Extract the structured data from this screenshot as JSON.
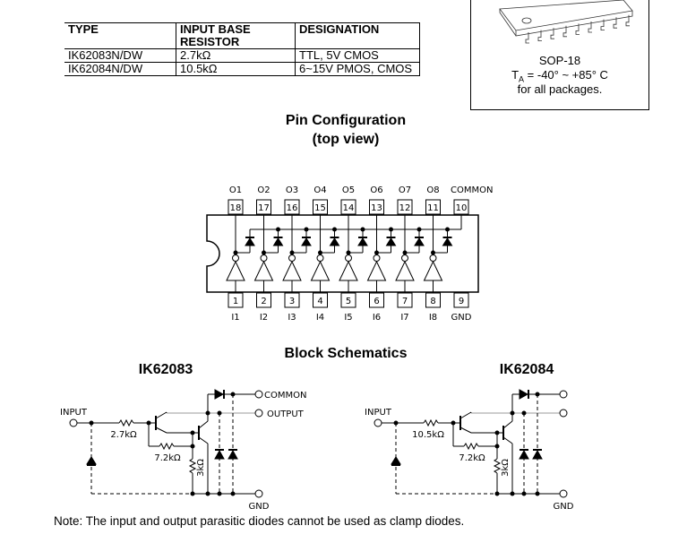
{
  "type_table": {
    "headers": [
      "TYPE",
      "INPUT BASE RESISTOR",
      "DESIGNATION"
    ],
    "header_lines": [
      [
        "TYPE"
      ],
      [
        "INPUT BASE",
        "RESISTOR"
      ],
      [
        "DESIGNATION"
      ]
    ],
    "rows": [
      [
        "IK62083N/DW",
        "2.7kΩ",
        "TTL, 5V CMOS"
      ],
      [
        "IK62084N/DW",
        "10.5kΩ",
        "6~15V PMOS, CMOS"
      ]
    ]
  },
  "package": {
    "icon": "sop-package-icon",
    "name": "SOP-18",
    "temp_prefix": "T",
    "temp_sub": "A",
    "temp_range": " = -40° ~ +85° C",
    "note": "for all packages."
  },
  "pin_config": {
    "title": "Pin Configuration",
    "subtitle": "(top view)",
    "top_labels": [
      "O1",
      "O2",
      "O3",
      "O4",
      "O5",
      "O6",
      "O7",
      "O8",
      "COMMON"
    ],
    "top_pins": [
      "18",
      "17",
      "16",
      "15",
      "14",
      "13",
      "12",
      "11",
      "10"
    ],
    "bottom_pins": [
      "1",
      "2",
      "3",
      "4",
      "5",
      "6",
      "7",
      "8",
      "9"
    ],
    "bottom_labels": [
      "I1",
      "I2",
      "I3",
      "I4",
      "I5",
      "I6",
      "I7",
      "I8",
      "GND"
    ]
  },
  "block_schematics": {
    "title": "Block Schematics",
    "left": {
      "name": "IK62083",
      "input_label": "INPUT",
      "r_input": "2.7kΩ",
      "r_mid": "7.2kΩ",
      "r_low": "3kΩ",
      "common_label": "COMMON",
      "output_label": "OUTPUT",
      "gnd_label": "GND"
    },
    "right": {
      "name": "IK62084",
      "input_label": "INPUT",
      "r_input": "10.5kΩ",
      "r_mid": "7.2kΩ",
      "r_low": "3kΩ",
      "gnd_label": "GND"
    }
  },
  "note": "Note:  The input and output parasitic diodes cannot be used as clamp diodes."
}
